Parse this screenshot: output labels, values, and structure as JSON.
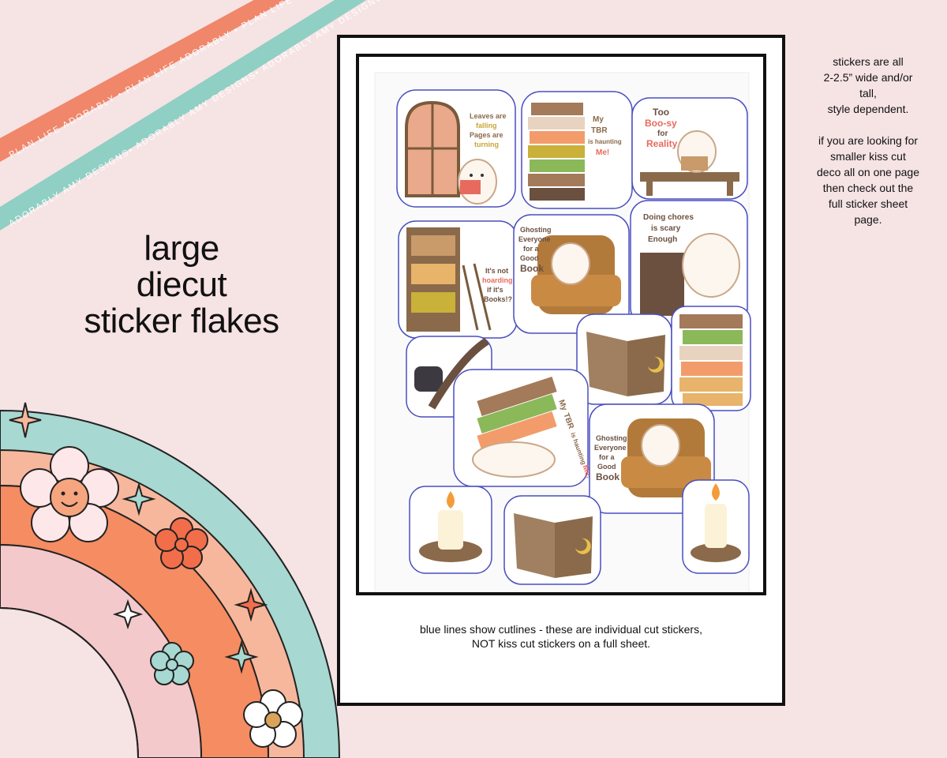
{
  "colors": {
    "background": "#f6e3e4",
    "ribbon_coral": "#f0866a",
    "ribbon_mint": "#8fcfc4",
    "rainbow_mint": "#a7d8d1",
    "rainbow_peach": "#f7b79c",
    "rainbow_orange": "#f58c62",
    "rainbow_pink": "#f4c9cb",
    "cutline_blue": "#4a4ec0",
    "sticker_brown": "#a67a4a"
  },
  "ribbons": {
    "coral_text": "PLAN LIFE ADORABLY • PLAN LIFE ADORABLY • PLAN LIFE ADORABLY •",
    "mint_text": "ADORABLY AMY DESIGNS• ADORABLY AMY DESIGNS• ADORABLY AMY DESIGNS•"
  },
  "title": {
    "line1": "large",
    "line2": "diecut",
    "line3": "sticker flakes"
  },
  "side_note": {
    "size_lines": [
      "stickers are all",
      "2-2.5” wide and/or",
      "tall,",
      "style dependent."
    ],
    "cta_lines": [
      "if you are looking for",
      "smaller kiss cut",
      "deco all on one page",
      "then check out the",
      "full sticker sheet",
      "page."
    ]
  },
  "caption": {
    "line1": "blue lines show cutlines - these are individual cut stickers,",
    "line2": "NOT kiss cut stickers on a full sheet."
  },
  "stickers": {
    "leaves": [
      "Leaves are",
      "falling",
      "Pages are",
      "turning"
    ],
    "tbr": [
      "My",
      "TBR",
      "is haunting",
      "Me!"
    ],
    "booksy": [
      "Too",
      "Boo-sy",
      "for",
      "Reality"
    ],
    "ghosting": [
      "Ghosting",
      "Everyone",
      "for a",
      "Good",
      "Book"
    ],
    "chores": [
      "Doing chores",
      "is scary",
      "Enough"
    ],
    "hoarding": [
      "It's not",
      "hoarding",
      "if it's",
      "Books!?"
    ],
    "tbr2": [
      "My",
      "TBR",
      "is haunting",
      "Me!"
    ],
    "ghosting2": [
      "Ghosting",
      "Everyone",
      "for a",
      "Good",
      "Book"
    ]
  }
}
